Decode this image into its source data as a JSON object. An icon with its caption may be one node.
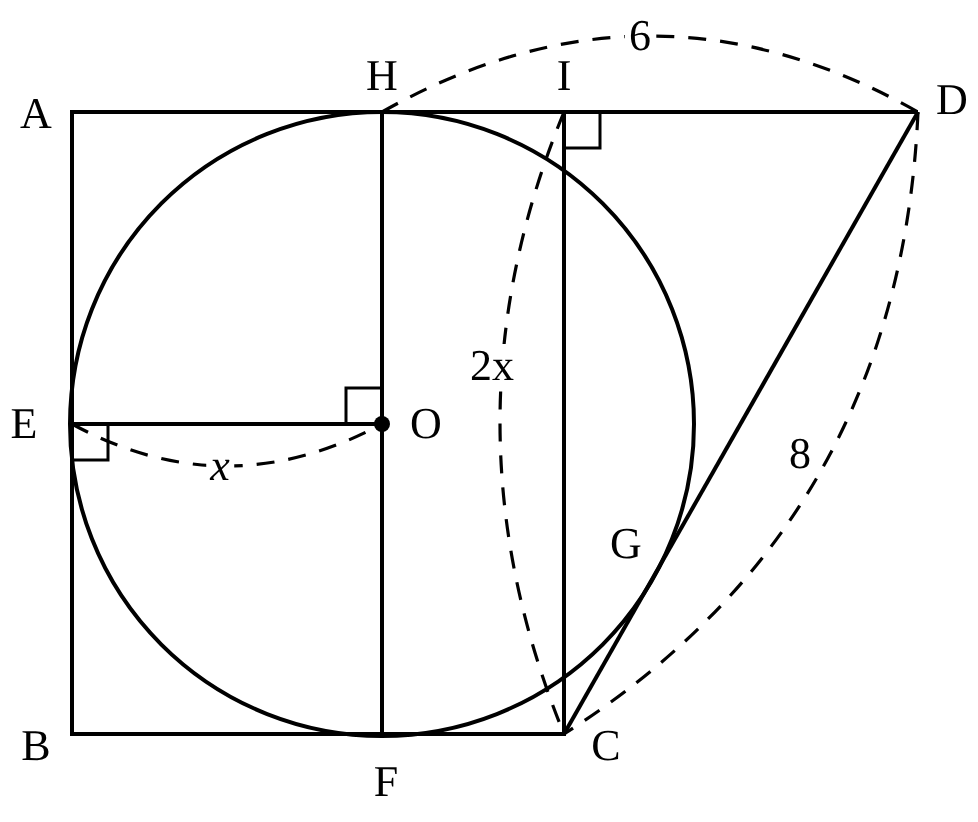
{
  "diagram": {
    "labels": [
      "6",
      "A",
      "H",
      "I",
      "D",
      "2x",
      "E",
      "O",
      "x",
      "8",
      "G",
      "B",
      "F",
      "C"
    ]
  }
}
